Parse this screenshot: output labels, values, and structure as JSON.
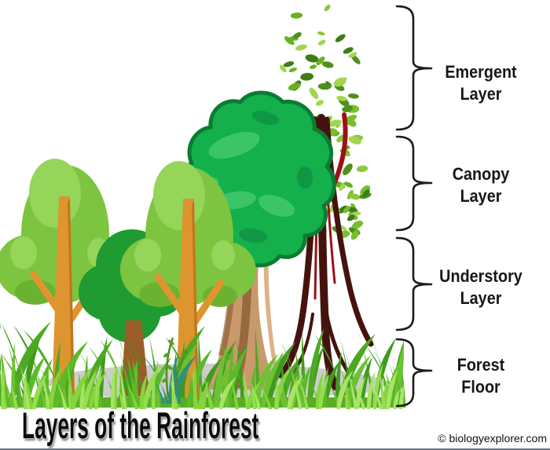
{
  "title": "Layers of the Rainforest",
  "watermark": "© biologyexplorer.com",
  "layers": [
    {
      "name": "emergent",
      "line1": "Emergent",
      "line2": "Layer"
    },
    {
      "name": "canopy",
      "line1": "Canopy",
      "line2": "Layer"
    },
    {
      "name": "understory",
      "line1": "Understory",
      "line2": "Layer"
    },
    {
      "name": "forest-floor",
      "line1": "Forest",
      "line2": "Floor"
    }
  ],
  "colors": {
    "ink": "#1c1c1c",
    "page_border": "#6e7680",
    "light_canopy": "#7dc440",
    "light_canopy_highlight": "#95d55a",
    "light_canopy_shade": "#6cb232",
    "orange_trunk": "#de952f",
    "orange_trunk_shade": "#c0761d",
    "dark_canopy": "#13b04c",
    "dark_canopy_outline": "#0a7c31",
    "dark_canopy_highlight": "#3cc568",
    "dark_canopy_shade": "#109744",
    "small_tree_canopy": "#1f9b31",
    "small_tree_trunk": "#9a5c28",
    "big_trunk": "#c8996a",
    "big_trunk_shade": "#8f6038",
    "big_trunk_highlight": "#dcb287",
    "emergent_trunk_red": "#9c1116",
    "emergent_trunk_dark": "#45130e",
    "teal_grass": "#2e8f7e",
    "sprig_stem": "#4c8c1e",
    "sprig_leaf": "#57a024",
    "shadow": "#cdcdcd",
    "grass_base": "#58ad25",
    "leaf_palette": [
      "#3c7d18",
      "#4f8f1d",
      "#6ab023",
      "#76c02c",
      "#8bc83a",
      "#a2d64f"
    ],
    "grass_palette_back": [
      "#3f9a1e",
      "#4da823"
    ],
    "grass_palette_mid": [
      "#5cb928",
      "#6cc231"
    ],
    "grass_palette_front": [
      "#86d43d",
      "#97dd50",
      "#a9e468"
    ]
  }
}
